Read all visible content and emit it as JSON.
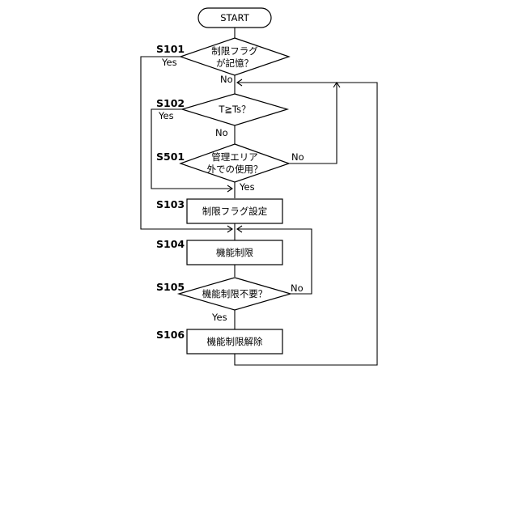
{
  "flowchart": {
    "start": "START",
    "s101": {
      "step": "S101",
      "line1": "制限フラグ",
      "line2": "が記憶？",
      "yes": "Yes",
      "no": "No"
    },
    "s102": {
      "step": "S102",
      "text": "T≧Ts？",
      "yes": "Yes",
      "no": "No"
    },
    "s501": {
      "step": "S501",
      "line1": "管理エリア",
      "line2": "外での使用？",
      "yes": "Yes",
      "no": "No"
    },
    "s103": {
      "step": "S103",
      "text": "制限フラグ設定"
    },
    "s104": {
      "step": "S104",
      "text": "機能制限"
    },
    "s105": {
      "step": "S105",
      "text": "機能制限不要？",
      "yes": "Yes",
      "no": "No"
    },
    "s106": {
      "step": "S106",
      "text": "機能制限解除"
    }
  },
  "colors": {
    "line": "#000000",
    "background": "#ffffff"
  }
}
